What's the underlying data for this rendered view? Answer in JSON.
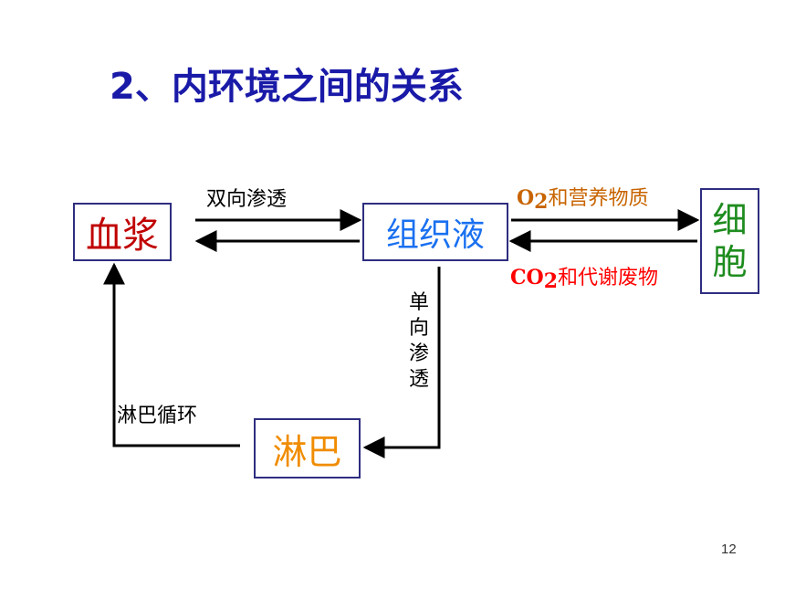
{
  "title": "2、内环境之间的关系",
  "nodes": {
    "plasma": "血浆",
    "tissue_fluid": "组织液",
    "cell_line1": "细",
    "cell_line2": "胞",
    "lymph": "淋巴"
  },
  "labels": {
    "two_way": "双向渗透",
    "one_way": [
      "单",
      "向",
      "渗",
      "透"
    ],
    "lymph_circulation": "淋巴循环",
    "o2_prefix": "O",
    "o2_sub": "2",
    "o2_suffix": "和营养物质",
    "co2_prefix": "CO",
    "co2_sub": "2",
    "co2_suffix": "和代谢废物"
  },
  "colors": {
    "title": "#1a1aa8",
    "plasma": "#c00000",
    "tissue_fluid": "#1a70f0",
    "cell": "#1e8c1e",
    "lymph": "#f08c00",
    "o2_label": "#c86400",
    "co2_label": "#ff0000"
  },
  "page_number": "12"
}
